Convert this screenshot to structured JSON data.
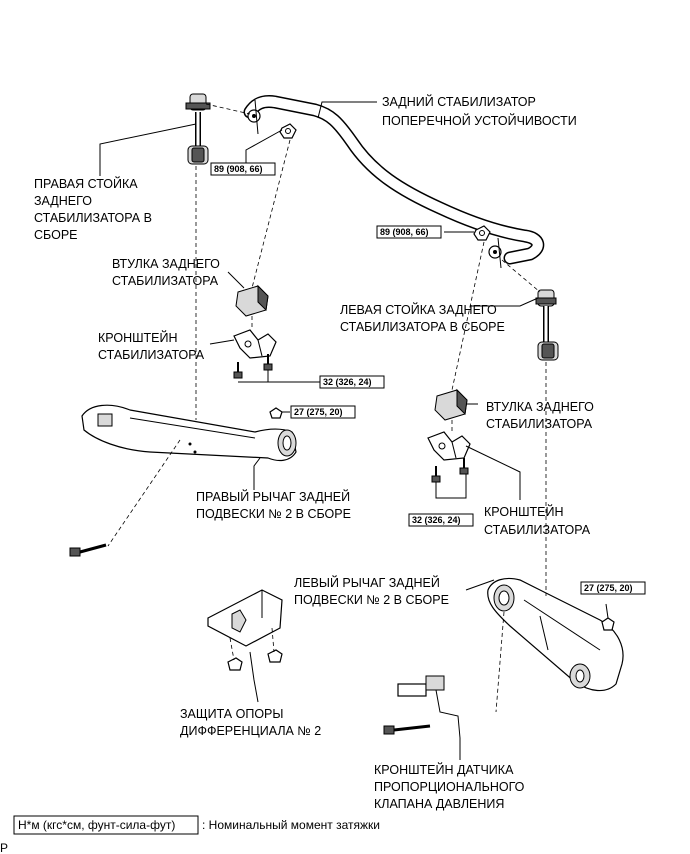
{
  "labels": {
    "rear_stabilizer_bar": [
      "ЗАДНИЙ СТАБИЛИЗАТОР",
      "ПОПЕРЕЧНОЙ УСТОЙЧИВОСТИ"
    ],
    "right_stabilizer_link": [
      "ПРАВАЯ СТОЙКА",
      "ЗАДНЕГО",
      "СТАБИЛИЗАТОРА В",
      "СБОРЕ"
    ],
    "bushing_left_side": [
      "ВТУЛКА ЗАДНЕГО",
      "СТАБИЛИЗАТОРА"
    ],
    "left_stabilizer_link": [
      "ЛЕВАЯ СТОЙКА ЗАДНЕГО",
      "СТАБИЛИЗАТОРА В СБОРЕ"
    ],
    "bracket_left_side": [
      "КРОНШТЕЙН",
      "СТАБИЛИЗАТОРА"
    ],
    "bushing_right_side": [
      "ВТУЛКА ЗАДНЕГО",
      "СТАБИЛИЗАТОРА"
    ],
    "right_arm": [
      "ПРАВЫЙ РЫЧАГ ЗАДНЕЙ",
      "ПОДВЕСКИ № 2 В СБОРЕ"
    ],
    "bracket_right_side": [
      "КРОНШТЕЙН",
      "СТАБИЛИЗАТОРА"
    ],
    "left_arm": [
      "ЛЕВЫЙ РЫЧАГ ЗАДНЕЙ",
      "ПОДВЕСКИ № 2 В СБОРЕ"
    ],
    "diff_support_guard": [
      "ЗАЩИТА ОПОРЫ",
      "ДИФФЕРЕНЦИАЛА № 2"
    ],
    "sensor_bracket": [
      "КРОНШТЕЙН ДАТЧИКА",
      "ПРОПОРЦИОНАЛЬНОГО",
      "КЛАПАНА ДАВЛЕНИЯ"
    ]
  },
  "torque": {
    "link_nut_right": "89 (908, 66)",
    "link_nut_left": "89 (908, 66)",
    "bracket_bolts_left": "32 (326, 24)",
    "bracket_bolts_right": "32 (326, 24)",
    "arm_nut_right": "27 (275, 20)",
    "arm_nut_left": "27 (275, 20)"
  },
  "legend": {
    "unit_box": "Н*м (кгс*см, фунт-сила-фут)",
    "description": ": Номинальный момент затяжки"
  },
  "corner_mark": "P"
}
